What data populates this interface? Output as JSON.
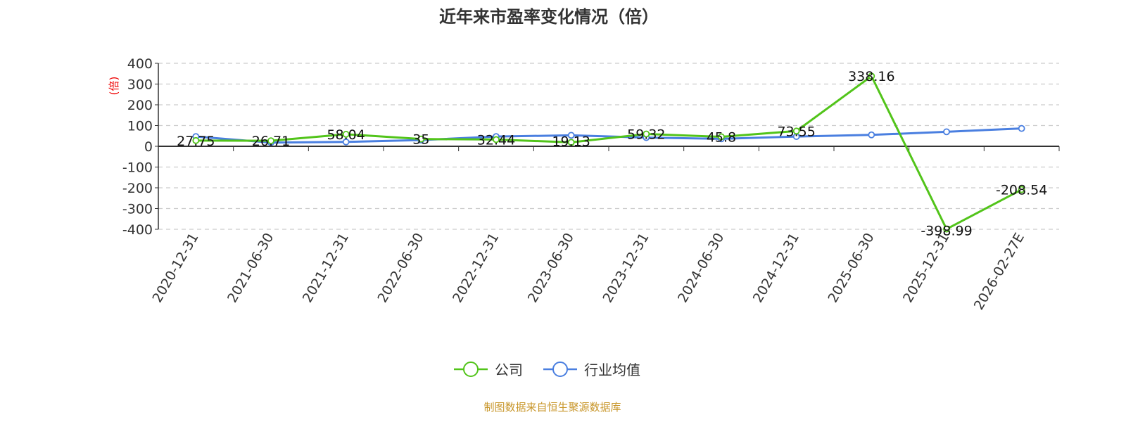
{
  "chart_data": {
    "type": "line",
    "title": "近年来市盈率变化情况（倍）",
    "ylabel": "(倍)",
    "xlabel": "",
    "ylim": [
      -400,
      400
    ],
    "yticks": [
      400,
      300,
      200,
      100,
      0,
      -100,
      -200,
      -300,
      -400
    ],
    "grid": true,
    "legend_position": "bottom",
    "categories": [
      "2020-12-31",
      "2021-06-30",
      "2021-12-31",
      "2022-06-30",
      "2022-12-31",
      "2023-06-30",
      "2023-12-31",
      "2024-06-30",
      "2024-12-31",
      "2025-06-30",
      "2025-12-31",
      "2026-02-27E"
    ],
    "series": [
      {
        "name": "公司",
        "color": "#52c41a",
        "values": [
          27.75,
          26.71,
          58.04,
          35,
          32.44,
          19.13,
          59.32,
          45.8,
          73.55,
          338.16,
          -398.99,
          -208.54
        ],
        "labels": [
          "27.75",
          "26.71",
          "58.04",
          "35",
          "32.44",
          "19.13",
          "59.32",
          "45.8",
          "73.55",
          "338.16",
          "-398.99",
          "-208.54"
        ]
      },
      {
        "name": "行业均值",
        "color": "#4a7fe0",
        "values": [
          47,
          18,
          21,
          30,
          47,
          53,
          42,
          36,
          47,
          55,
          70,
          86
        ]
      }
    ]
  },
  "source": "制图数据来自恒生聚源数据库"
}
